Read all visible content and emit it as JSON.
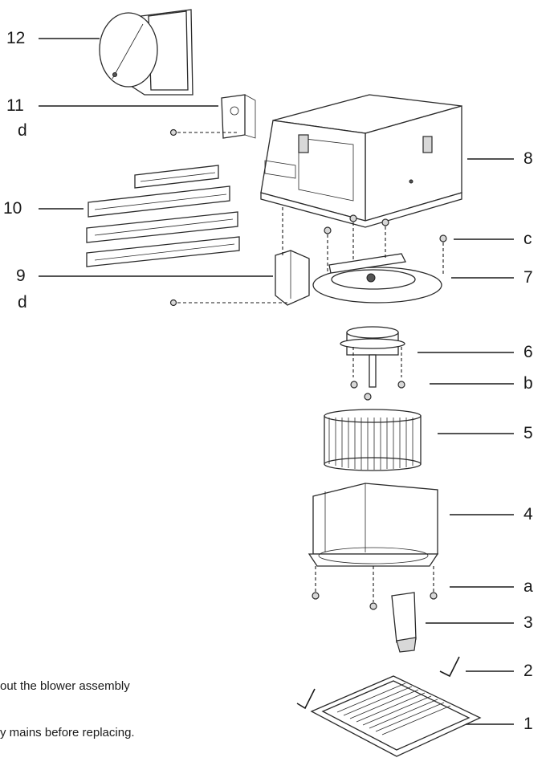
{
  "callouts": {
    "n12": "12",
    "n11": "11",
    "d_top": "d",
    "n10": "10",
    "n9": "9",
    "d_bottom": "d",
    "n8": "8",
    "c": "c",
    "n7": "7",
    "n6": "6",
    "b": "b",
    "n5": "5",
    "n4": "4",
    "a": "a",
    "n3": "3",
    "n2": "2",
    "n1": "1"
  },
  "notes": {
    "line1": "out the blower assembly",
    "line2": "y mains before replacing."
  }
}
